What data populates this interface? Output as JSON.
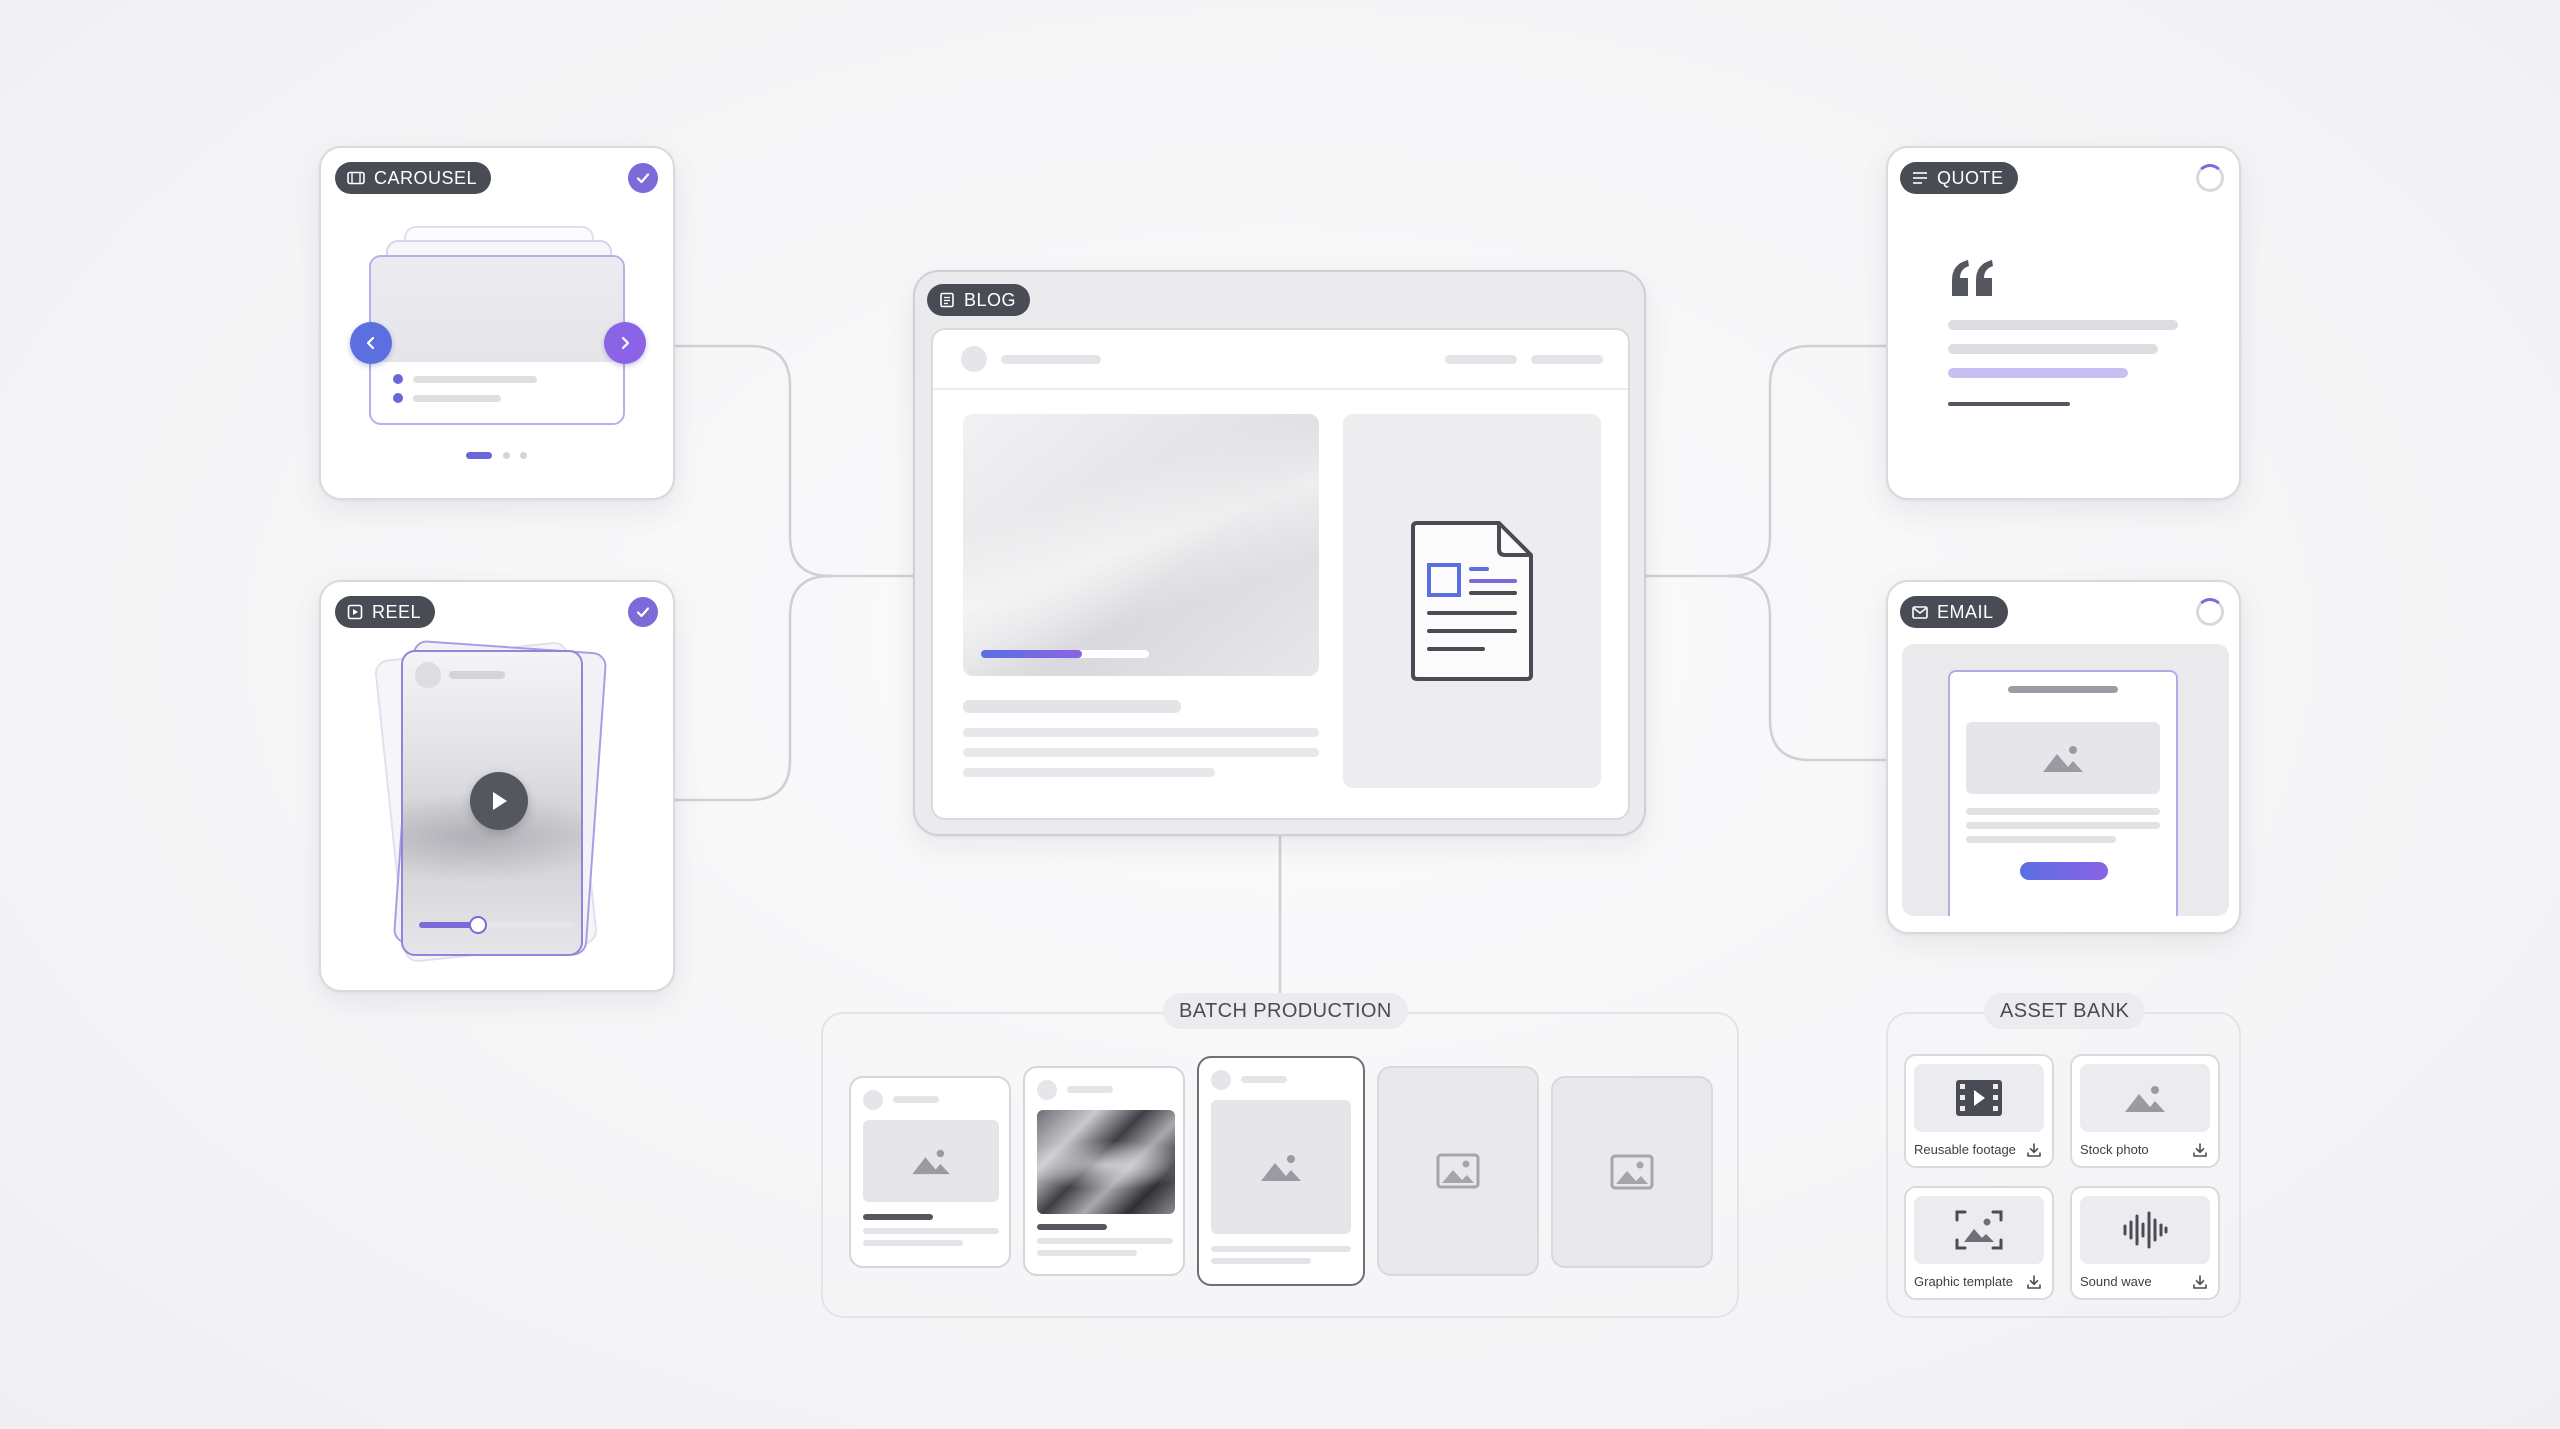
{
  "nodes": {
    "carousel": {
      "label": "CAROUSEL",
      "status": "complete",
      "icon": "carousel-icon"
    },
    "reel": {
      "label": "REEL",
      "status": "complete",
      "icon": "reel-icon",
      "playback_progress": 0.38
    },
    "blog": {
      "label": "BLOG",
      "icon": "blog-icon",
      "progress": 0.6
    },
    "quote": {
      "label": "QUOTE",
      "status": "loading",
      "icon": "quote-icon"
    },
    "email": {
      "label": "EMAIL",
      "status": "loading",
      "icon": "email-icon"
    }
  },
  "batch_production": {
    "label": "BATCH PRODUCTION",
    "cards": [
      {
        "state": "filled",
        "thumb": "image-placeholder"
      },
      {
        "state": "filled",
        "thumb": "blurred-photo"
      },
      {
        "state": "selected",
        "thumb": "image-placeholder"
      },
      {
        "state": "empty",
        "thumb": "image-icon"
      },
      {
        "state": "empty",
        "thumb": "image-icon"
      }
    ]
  },
  "asset_bank": {
    "label": "ASSET BANK",
    "items": [
      {
        "label": "Reusable footage",
        "icon": "film-icon"
      },
      {
        "label": "Stock photo",
        "icon": "image-icon"
      },
      {
        "label": "Graphic template",
        "icon": "template-icon"
      },
      {
        "label": "Sound wave",
        "icon": "soundwave-icon"
      }
    ]
  },
  "colors": {
    "accent_purple": "#7d6ad9",
    "accent_blue": "#5b6fe0",
    "tag_background": "#4a4c55",
    "connector": "#cfcfd5"
  }
}
